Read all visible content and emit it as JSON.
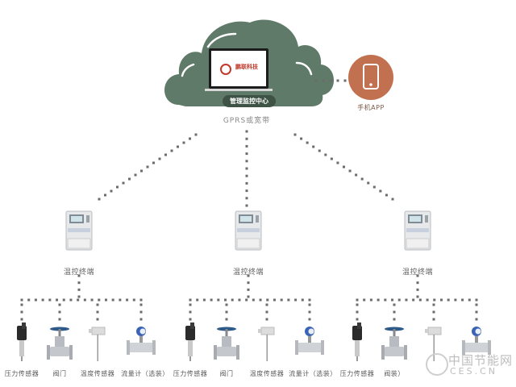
{
  "center": {
    "label": "管理监控中心",
    "logo_text": "鹏联科技",
    "network_label": "GPRS或宽带"
  },
  "mobile": {
    "label": "手机APP",
    "icon": "smartphone-icon"
  },
  "terminals": [
    {
      "label": "温控终端",
      "icon": "meter-terminal-icon"
    },
    {
      "label": "温控终端",
      "icon": "meter-terminal-icon"
    },
    {
      "label": "温控终端",
      "icon": "meter-terminal-icon"
    }
  ],
  "groups": [
    {
      "devices": [
        {
          "label": "压力传感器",
          "icon": "pressure-sensor-icon"
        },
        {
          "label": "阀门",
          "icon": "valve-icon"
        },
        {
          "label": "温度传感器",
          "icon": "temperature-sensor-icon"
        },
        {
          "label": "流量计（选装）",
          "icon": "flow-meter-icon"
        }
      ]
    },
    {
      "devices": [
        {
          "label": "压力传感器",
          "icon": "pressure-sensor-icon"
        },
        {
          "label": "阀门",
          "icon": "valve-icon"
        },
        {
          "label": "温度传感器",
          "icon": "temperature-sensor-icon"
        },
        {
          "label": "流量计（选装）",
          "icon": "flow-meter-icon"
        }
      ]
    },
    {
      "devices": [
        {
          "label": "压力传感器",
          "icon": "pressure-sensor-icon"
        },
        {
          "label": "阀装）",
          "icon": "valve-icon"
        },
        {
          "label": "",
          "icon": "temperature-sensor-icon"
        },
        {
          "label": "",
          "icon": "flow-meter-icon"
        }
      ]
    }
  ],
  "watermark": {
    "cn": "中国节能网",
    "en": "CES.CN"
  },
  "colors": {
    "cloud": "#5f7a68",
    "cloud_dark": "#3e5245",
    "app_circle": "#c1714f",
    "dots": "#6b6b6b"
  }
}
